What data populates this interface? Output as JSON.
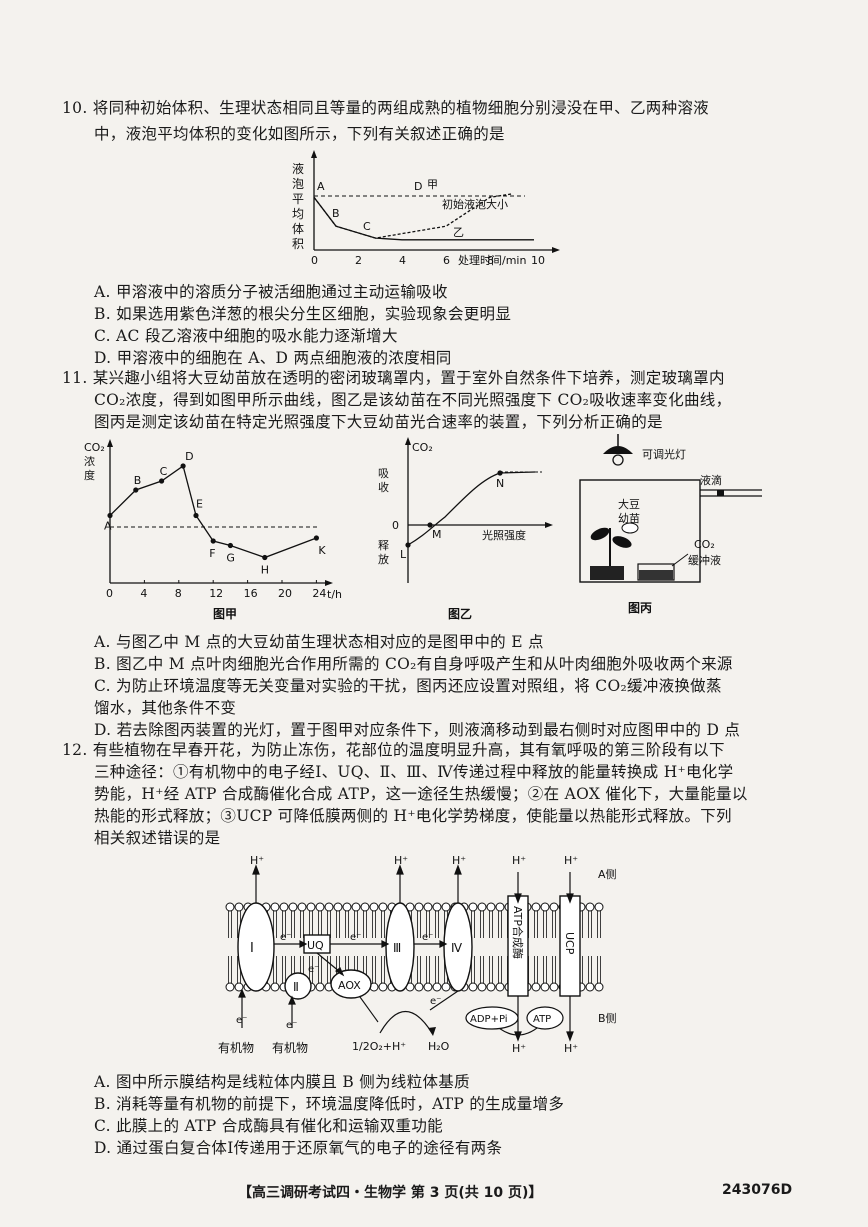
{
  "q10": {
    "stem": [
      "10. 将同种初始体积、生理状态相同且等量的两组成熟的植物细胞分别浸没在甲、乙两种溶液",
      "中，液泡平均体积的变化如图所示，下列有关叙述正确的是"
    ],
    "chart_data": {
      "type": "line",
      "ylabel": "液泡平均体积",
      "xlabel": "处理时间/min",
      "x_ticks": [
        "0",
        "2",
        "4",
        "6",
        "8",
        "10"
      ],
      "reference_label": "初始液泡大小",
      "series": [
        {
          "name": "甲",
          "x": [
            0,
            1,
            2.8,
            6,
            8,
            9
          ],
          "y": [
            0.62,
            0.28,
            0.14,
            0.28,
            0.62,
            0.66
          ]
        },
        {
          "name": "乙",
          "x": [
            0,
            1,
            2.8,
            4,
            10
          ],
          "y": [
            0.62,
            0.28,
            0.14,
            0.12,
            0.12
          ]
        }
      ],
      "points": [
        "A",
        "B",
        "C",
        "D"
      ]
    },
    "options": [
      "A. 甲溶液中的溶质分子被活细胞通过主动运输吸收",
      "B. 如果选用紫色洋葱的根尖分生区细胞，实验现象会更明显",
      "C. AC 段乙溶液中细胞的吸水能力逐渐增大",
      "D. 甲溶液中的细胞在 A、D 两点细胞液的浓度相同"
    ]
  },
  "q11": {
    "stem": [
      "11. 某兴趣小组将大豆幼苗放在透明的密闭玻璃罩内，置于室外自然条件下培养，测定玻璃罩内",
      "CO₂浓度，得到如图甲所示曲线，图乙是该幼苗在不同光照强度下 CO₂吸收速率变化曲线，",
      "图丙是测定该幼苗在特定光照强度下大豆幼苗光合速率的装置，下列分析正确的是"
    ],
    "fig_jia": {
      "caption": "图甲",
      "chart_data": {
        "type": "line",
        "ylabel": "CO₂浓度",
        "xlabel": "t/h",
        "x_ticks": [
          "0",
          "4",
          "8",
          "12",
          "16",
          "20",
          "24"
        ],
        "points": [
          "A",
          "B",
          "C",
          "D",
          "E",
          "F",
          "G",
          "H",
          "K"
        ],
        "x": [
          0,
          3,
          6,
          8.5,
          10,
          12,
          14,
          18,
          24
        ],
        "y": [
          0.45,
          0.62,
          0.68,
          0.78,
          0.45,
          0.28,
          0.25,
          0.17,
          0.3
        ]
      }
    },
    "fig_yi": {
      "caption": "图乙",
      "ylabel_top": "CO₂",
      "ylabel_pos": "吸收",
      "ylabel_neg": "释放",
      "xlabel": "光照强度",
      "origin": "0",
      "points": [
        "L",
        "M",
        "N"
      ]
    },
    "fig_bing": {
      "caption": "图丙",
      "lamp_label": "可调光灯",
      "drop_label": "液滴",
      "plant_label": "大豆幼苗",
      "buffer_label": "CO₂缓冲液"
    },
    "options": [
      "A. 与图乙中 M 点的大豆幼苗生理状态相对应的是图甲中的 E 点",
      "B. 图乙中 M 点叶肉细胞光合作用所需的 CO₂有自身呼吸产生和从叶肉细胞外吸收两个来源",
      "C. 为防止环境温度等无关变量对实验的干扰，图丙还应设置对照组，将 CO₂缓冲液换做蒸",
      "    馏水，其他条件不变",
      "D. 若去除图丙装置的光灯，置于图甲对应条件下，则液滴移动到最右侧时对应图甲中的 D 点"
    ]
  },
  "q12": {
    "stem": [
      "12. 有些植物在早春开花，为防止冻伤，花部位的温度明显升高，其有氧呼吸的第三阶段有以下",
      "三种途径：①有机物中的电子经Ⅰ、UQ、Ⅱ、Ⅲ、Ⅳ传递过程中释放的能量转换成 H⁺电化学",
      "势能，H⁺经 ATP 合成酶催化合成 ATP，这一途径生热缓慢；②在 AOX 催化下，大量能量以",
      "热能的形式释放；③UCP 可降低膜两侧的 H⁺电化学势梯度，使能量以热能形式释放。下列",
      "相关叙述错误的是"
    ],
    "diagram": {
      "side_a": "A侧",
      "side_b": "B侧",
      "complex_1": "Ⅰ",
      "complex_2": "Ⅱ",
      "complex_3": "Ⅲ",
      "complex_4": "Ⅳ",
      "uq": "UQ",
      "aox": "AOX",
      "atp_synthase": "ATP合成酶",
      "ucp": "UCP",
      "h": "H⁺",
      "e": "e⁻",
      "organic_1": "有机物",
      "organic_2": "有机物",
      "o2_reaction": "1/2O₂+H⁺",
      "h2o": "H₂O",
      "adp_pi": "ADP+Pi",
      "atp": "ATP"
    },
    "options": [
      "A. 图中所示膜结构是线粒体内膜且 B 侧为线粒体基质",
      "B. 消耗等量有机物的前提下，环境温度降低时，ATP 的生成量增多",
      "C. 此膜上的 ATP 合成酶具有催化和运输双重功能",
      "D. 通过蛋白复合体Ⅰ传递用于还原氧气的电子的途径有两条"
    ]
  },
  "footer": {
    "text": "【高三调研考试四・生物学 第 3 页(共 10 页)】",
    "code": "243076D"
  }
}
